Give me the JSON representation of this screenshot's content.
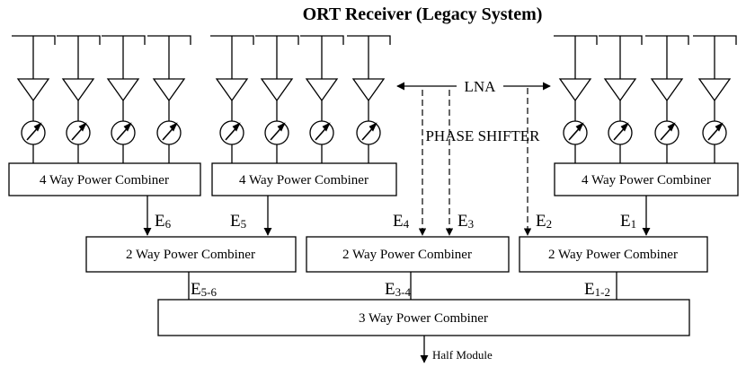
{
  "title": "ORT Receiver (Legacy System)",
  "labels": {
    "lna": "LNA",
    "phase_shifter": "PHASE SHIFTER",
    "output": "Half Module"
  },
  "combiners": {
    "four_way_left": "4 Way Power Combiner",
    "four_way_middle": "4 Way Power Combiner",
    "four_way_right": "4 Way Power Combiner",
    "two_way_left": "2 Way Power Combiner",
    "two_way_middle": "2 Way Power Combiner",
    "two_way_right": "2 Way Power Combiner",
    "three_way": "3 Way Power Combiner"
  },
  "signals": {
    "e1": {
      "base": "E",
      "sub": "1"
    },
    "e2": {
      "base": "E",
      "sub": "2"
    },
    "e3": {
      "base": "E",
      "sub": "3"
    },
    "e4": {
      "base": "E",
      "sub": "4"
    },
    "e5": {
      "base": "E",
      "sub": "5"
    },
    "e6": {
      "base": "E",
      "sub": "6"
    },
    "e12": {
      "base": "E",
      "sub": "1-2"
    },
    "e34": {
      "base": "E",
      "sub": "3-4"
    },
    "e56": {
      "base": "E",
      "sub": "5-6"
    }
  },
  "colors": {
    "stroke": "#000000",
    "background": "#ffffff"
  }
}
